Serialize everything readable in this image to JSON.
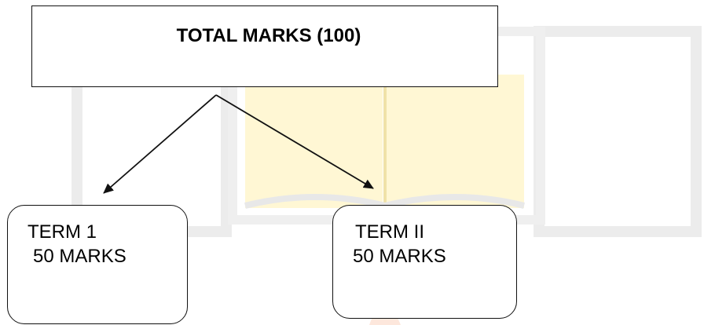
{
  "root": {
    "title": "TOTAL MARKS (100)"
  },
  "branches": [
    {
      "line1": "TERM 1",
      "line2": "50 MARKS"
    },
    {
      "line1": "TERM II",
      "line2": "50 MARKS"
    }
  ],
  "colors": {
    "line": "#111111",
    "text": "#000000",
    "watermark_book": "#fff6cf",
    "watermark_frame": "#e6e6e6"
  },
  "icons": {
    "watermark": "open-book-icon"
  }
}
